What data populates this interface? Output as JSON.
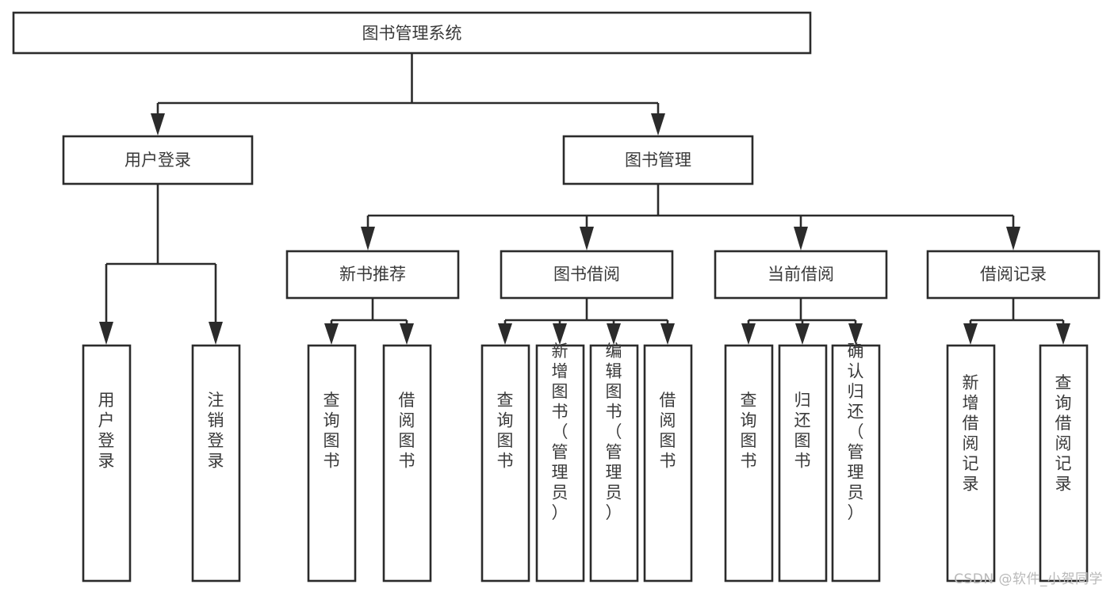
{
  "diagram": {
    "type": "tree-hierarchy-function-chart",
    "title": "图书管理系统",
    "colors": {
      "box_stroke": "#2b2b2b",
      "box_fill": "#ffffff",
      "connector": "#2b2b2b",
      "label_text": "#3a3a3a",
      "background": "#ffffff",
      "watermark": "#b9b9b9"
    },
    "root": {
      "label": "图书管理系统",
      "orientation": "horizontal"
    },
    "level2": [
      {
        "label": "用户登录",
        "orientation": "horizontal"
      },
      {
        "label": "图书管理",
        "orientation": "horizontal"
      }
    ],
    "level3": [
      {
        "label": "新书推荐",
        "orientation": "horizontal"
      },
      {
        "label": "图书借阅",
        "orientation": "horizontal"
      },
      {
        "label": "当前借阅",
        "orientation": "horizontal"
      },
      {
        "label": "借阅记录",
        "orientation": "horizontal"
      }
    ],
    "leaves": [
      {
        "label": "用户登录",
        "parent": "用户登录",
        "orientation": "vertical"
      },
      {
        "label": "注销登录",
        "parent": "用户登录",
        "orientation": "vertical"
      },
      {
        "label": "查询图书",
        "parent": "新书推荐",
        "orientation": "vertical"
      },
      {
        "label": "借阅图书",
        "parent": "新书推荐",
        "orientation": "vertical"
      },
      {
        "label": "查询图书",
        "parent": "图书借阅",
        "orientation": "vertical"
      },
      {
        "label": "新增图书（管理员）",
        "parent": "图书借阅",
        "orientation": "vertical"
      },
      {
        "label": "编辑图书（管理员）",
        "parent": "图书借阅",
        "orientation": "vertical"
      },
      {
        "label": "借阅图书",
        "parent": "图书借阅",
        "orientation": "vertical"
      },
      {
        "label": "查询图书",
        "parent": "当前借阅",
        "orientation": "vertical"
      },
      {
        "label": "归还图书",
        "parent": "当前借阅",
        "orientation": "vertical"
      },
      {
        "label": "确认归还（管理员）",
        "parent": "当前借阅",
        "orientation": "vertical"
      },
      {
        "label": "新增借阅记录",
        "parent": "借阅记录",
        "orientation": "vertical"
      },
      {
        "label": "查询借阅记录",
        "parent": "借阅记录",
        "orientation": "vertical"
      }
    ]
  },
  "watermark": {
    "text": "CSDN @软件_小贺同学"
  }
}
